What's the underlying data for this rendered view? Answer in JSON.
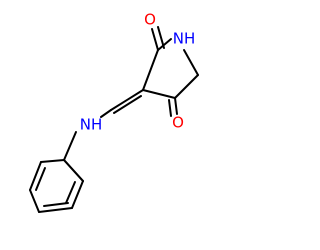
{
  "molecule": {
    "atoms": {
      "o_top": {
        "symbol": "O",
        "color": "#ff0000"
      },
      "nh_ring": {
        "symbol": "NH",
        "color": "#0000ff"
      },
      "o_right": {
        "symbol": "O",
        "color": "#ff0000"
      },
      "nh_chain": {
        "symbol": "NH",
        "color": "#0000ff"
      }
    },
    "bond_color": "#000000"
  }
}
